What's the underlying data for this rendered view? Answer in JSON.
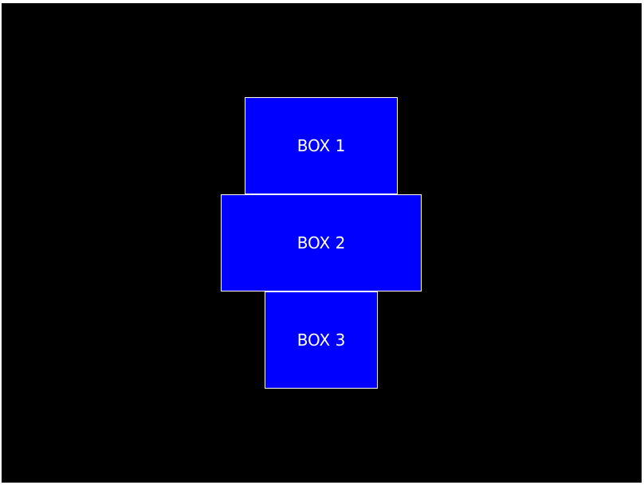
{
  "colors": {
    "window_background": "#000000",
    "box_fill": "#0000ff",
    "box_border": "#ffffff",
    "box_text": "#ffffff"
  },
  "boxes": [
    {
      "label": "BOX 1"
    },
    {
      "label": "BOX 2"
    },
    {
      "label": "BOX 3"
    }
  ]
}
